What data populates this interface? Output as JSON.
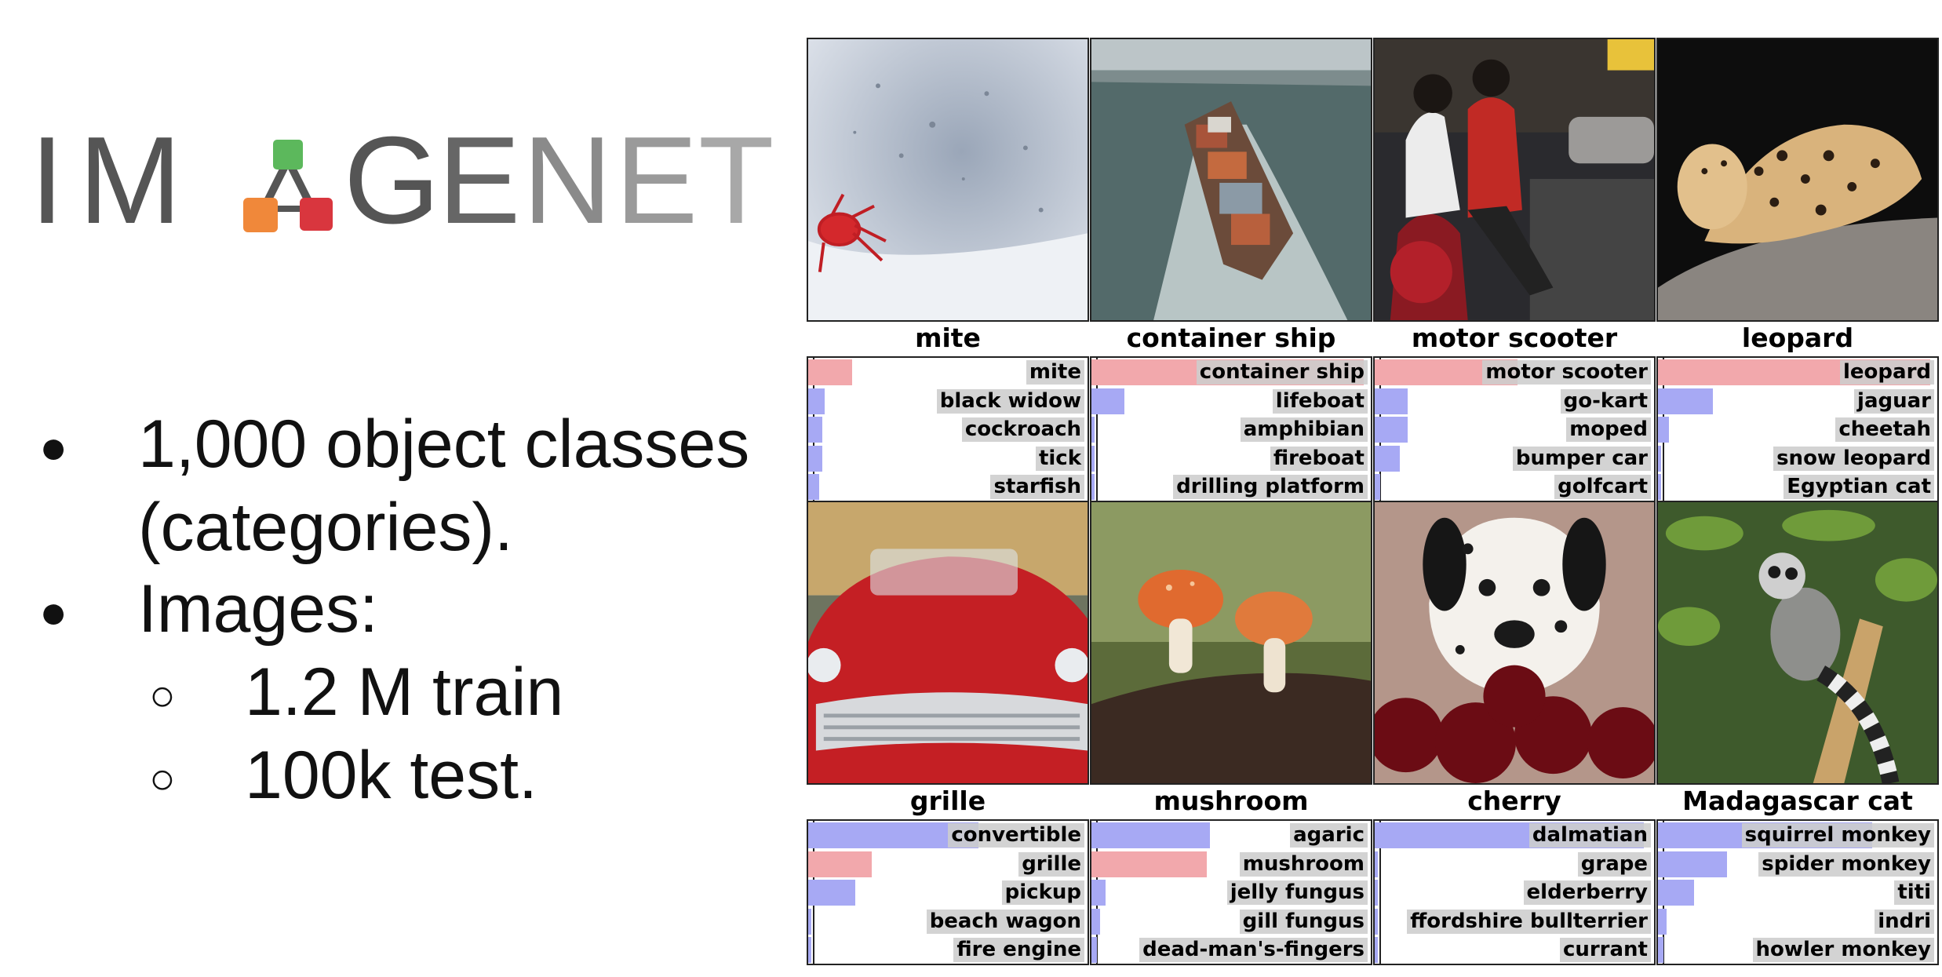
{
  "logo": {
    "letters": [
      {
        "ch": "I",
        "color": "#555555"
      },
      {
        "ch": "M",
        "color": "#555555"
      },
      {
        "ch": "G",
        "color": "#555555"
      },
      {
        "ch": "E",
        "color": "#666666"
      },
      {
        "ch": "N",
        "color": "#8a8a8a"
      },
      {
        "ch": "E",
        "color": "#9a9a9a"
      },
      {
        "ch": "T",
        "color": "#a8a8a8"
      }
    ],
    "mark_colors": {
      "top": "#5cb85c",
      "left": "#f0883a",
      "right": "#d9363e",
      "lines": "#555555"
    }
  },
  "bullets": [
    {
      "text": "1,000 object classes",
      "level": 1,
      "marker": "●"
    },
    {
      "text": "(categories).",
      "level": 1,
      "marker": ""
    },
    {
      "text": "Images:",
      "level": 1,
      "marker": "●"
    },
    {
      "text": "1.2 M train",
      "level": 2,
      "marker": "○"
    },
    {
      "text": "100k test.",
      "level": 2,
      "marker": "○"
    }
  ],
  "colors": {
    "correct_bar": "#f2a8ac",
    "other_bar": "#a7a9f4",
    "label_bg": "#cdcdcd"
  },
  "examples": [
    {
      "label": "mite",
      "image": "mite on snow",
      "predictions": [
        {
          "name": "mite",
          "score": 0.16,
          "correct": true
        },
        {
          "name": "black widow",
          "score": 0.06,
          "correct": false
        },
        {
          "name": "cockroach",
          "score": 0.05,
          "correct": false
        },
        {
          "name": "tick",
          "score": 0.05,
          "correct": false
        },
        {
          "name": "starfish",
          "score": 0.04,
          "correct": false
        }
      ]
    },
    {
      "label": "container ship",
      "image": "container ship at sea",
      "predictions": [
        {
          "name": "container ship",
          "score": 0.99,
          "correct": true
        },
        {
          "name": "lifeboat",
          "score": 0.12,
          "correct": false
        },
        {
          "name": "amphibian",
          "score": 0.01,
          "correct": false
        },
        {
          "name": "fireboat",
          "score": 0.01,
          "correct": false
        },
        {
          "name": "drilling platform",
          "score": 0.01,
          "correct": false
        }
      ]
    },
    {
      "label": "motor scooter",
      "image": "two riders on scooter",
      "predictions": [
        {
          "name": "motor scooter",
          "score": 0.52,
          "correct": true
        },
        {
          "name": "go-kart",
          "score": 0.12,
          "correct": false
        },
        {
          "name": "moped",
          "score": 0.12,
          "correct": false
        },
        {
          "name": "bumper car",
          "score": 0.09,
          "correct": false
        },
        {
          "name": "golfcart",
          "score": 0.02,
          "correct": false
        }
      ]
    },
    {
      "label": "leopard",
      "image": "leopard on rock",
      "predictions": [
        {
          "name": "leopard",
          "score": 0.99,
          "correct": true
        },
        {
          "name": "jaguar",
          "score": 0.2,
          "correct": false
        },
        {
          "name": "cheetah",
          "score": 0.04,
          "correct": false
        },
        {
          "name": "snow leopard",
          "score": 0.01,
          "correct": false
        },
        {
          "name": "Egyptian cat",
          "score": 0.01,
          "correct": false
        }
      ]
    },
    {
      "label": "grille",
      "image": "red vintage car",
      "predictions": [
        {
          "name": "convertible",
          "score": 0.62,
          "correct": false
        },
        {
          "name": "grille",
          "score": 0.23,
          "correct": true
        },
        {
          "name": "pickup",
          "score": 0.17,
          "correct": false
        },
        {
          "name": "beach wagon",
          "score": 0.01,
          "correct": false
        },
        {
          "name": "fire engine",
          "score": 0.01,
          "correct": false
        }
      ]
    },
    {
      "label": "mushroom",
      "image": "two mushrooms on log",
      "predictions": [
        {
          "name": "agaric",
          "score": 0.43,
          "correct": false
        },
        {
          "name": "mushroom",
          "score": 0.42,
          "correct": true
        },
        {
          "name": "jelly fungus",
          "score": 0.05,
          "correct": false
        },
        {
          "name": "gill fungus",
          "score": 0.03,
          "correct": false
        },
        {
          "name": "dead-man's-fingers",
          "score": 0.02,
          "correct": false
        }
      ]
    },
    {
      "label": "cherry",
      "image": "dalmatian with cherries",
      "predictions": [
        {
          "name": "dalmatian",
          "score": 0.98,
          "correct": false
        },
        {
          "name": "grape",
          "score": 0.01,
          "correct": false
        },
        {
          "name": "elderberry",
          "score": 0.01,
          "correct": false
        },
        {
          "name": "ffordshire bullterrier",
          "score": 0.01,
          "correct": false
        },
        {
          "name": "currant",
          "score": 0.01,
          "correct": false
        }
      ]
    },
    {
      "label": "Madagascar cat",
      "image": "lemur in tree",
      "predictions": [
        {
          "name": "squirrel monkey",
          "score": 0.78,
          "correct": false
        },
        {
          "name": "spider monkey",
          "score": 0.25,
          "correct": false
        },
        {
          "name": "titi",
          "score": 0.13,
          "correct": false
        },
        {
          "name": "indri",
          "score": 0.03,
          "correct": false
        },
        {
          "name": "howler monkey",
          "score": 0.02,
          "correct": false
        }
      ]
    }
  ]
}
